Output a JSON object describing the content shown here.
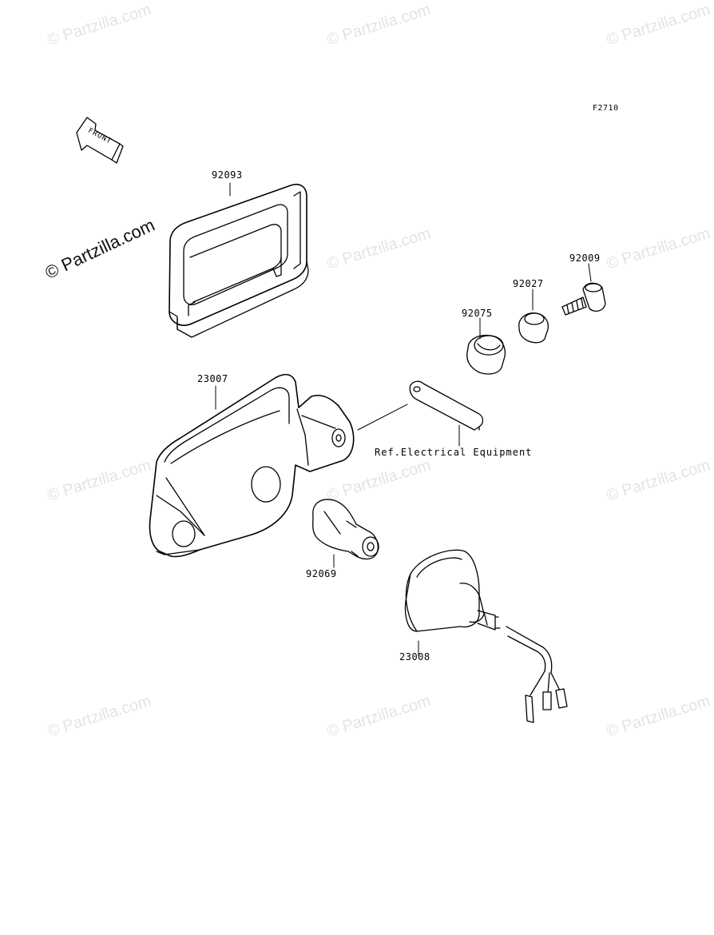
{
  "figure_code": "F2710",
  "front_arrow_label": "FRONT",
  "brand_watermark": "© Partzilla.com",
  "parts": {
    "p92093": "92093",
    "p23007": "23007",
    "p92009": "92009",
    "p92027": "92027",
    "p92075": "92075",
    "p92069": "92069",
    "p23008": "23008"
  },
  "reference_note": "Ref.Electrical Equipment"
}
